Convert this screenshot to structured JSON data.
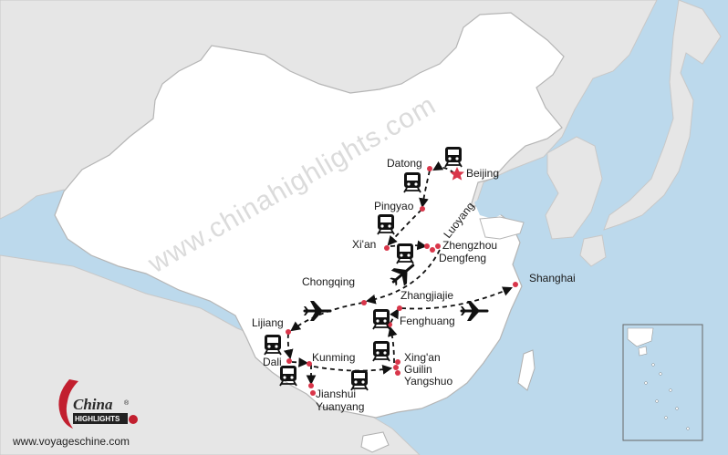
{
  "watermark": "www.chinahighlights.com",
  "website": "www.voyageschine.com",
  "logo": {
    "line1": "China",
    "line2": "HIGHLIGHTS",
    "mark": "®"
  },
  "cities": {
    "beijing": "Beijing",
    "datong": "Datong",
    "pingyao": "Pingyao",
    "xian": "Xi'an",
    "luoyang": "Luoyang",
    "zhengzhou": "Zhengzhou",
    "dengfeng": "Dengfeng",
    "chongqing": "Chongqing",
    "zhangjiajie": "Zhangjiajie",
    "shanghai": "Shanghai",
    "lijiang": "Lijiang",
    "fenghuang": "Fenghuang",
    "dali": "Dali",
    "kunming": "Kunming",
    "xingan": "Xing'an",
    "guilin": "Guilin",
    "yangshuo": "Yangshuo",
    "jianshui": "Jianshui",
    "yuanyang": "Yuanyang"
  },
  "icons": {
    "train": "train-icon",
    "plane": "airplane-icon",
    "capital": "star-icon"
  },
  "colors": {
    "sea": "#bcd9ec",
    "china": "#ffffff",
    "neighbors": "#e6e6e6",
    "route_dot": "#d9364a",
    "route_line": "#111111"
  }
}
